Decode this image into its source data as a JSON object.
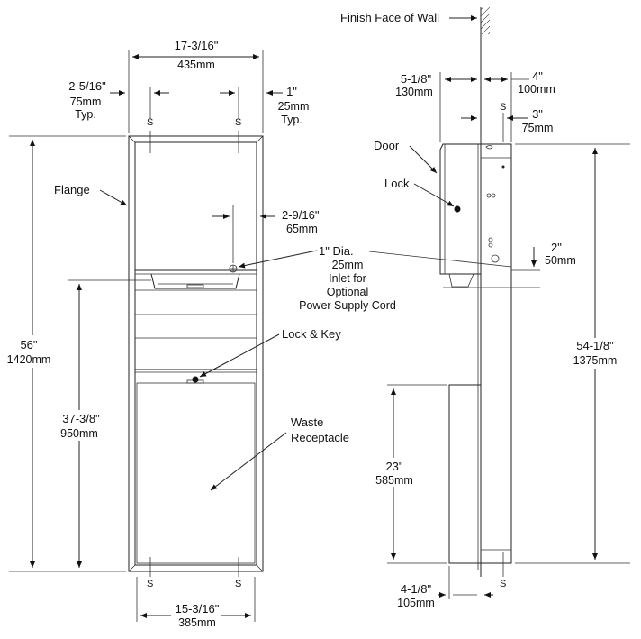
{
  "front": {
    "width_overall": {
      "imperial": "17-3/16\"",
      "metric": "435mm"
    },
    "left_offset": {
      "imperial": "2-5/16\"",
      "metric": "75mm",
      "note": "Typ."
    },
    "right_offset": {
      "imperial": "1\"",
      "metric": "25mm",
      "note": "Typ."
    },
    "flange_label": "Flange",
    "inlet_offset": {
      "imperial": "2-9/16\"",
      "metric": "65mm"
    },
    "inlet": {
      "line1": "1\" Dia.",
      "line2": "25mm",
      "line3": "Inlet for",
      "line4": "Optional",
      "line5": "Power Supply Cord"
    },
    "height_overall": {
      "imperial": "56\"",
      "metric": "1420mm"
    },
    "height_lower": {
      "imperial": "37-3/8\"",
      "metric": "950mm"
    },
    "lock_key_label": "Lock & Key",
    "waste_label": {
      "line1": "Waste",
      "line2": "Receptacle"
    },
    "bottom_width": {
      "imperial": "15-3/16\"",
      "metric": "385mm"
    },
    "stud_marker": "S"
  },
  "side": {
    "wall_label": "Finish Face of Wall",
    "projection": {
      "imperial": "5-1/8\"",
      "metric": "130mm"
    },
    "recess_depth": {
      "imperial": "4\"",
      "metric": "100mm"
    },
    "inner_depth": {
      "imperial": "3\"",
      "metric": "75mm"
    },
    "door_label": "Door",
    "lock_label": "Lock",
    "inlet_drop": {
      "imperial": "2\"",
      "metric": "50mm"
    },
    "height": {
      "imperial": "54-1/8\"",
      "metric": "1375mm"
    },
    "receptacle_height": {
      "imperial": "23\"",
      "metric": "585mm"
    },
    "bottom_depth": {
      "imperial": "4-1/8\"",
      "metric": "105mm"
    },
    "stud_marker": "S"
  }
}
